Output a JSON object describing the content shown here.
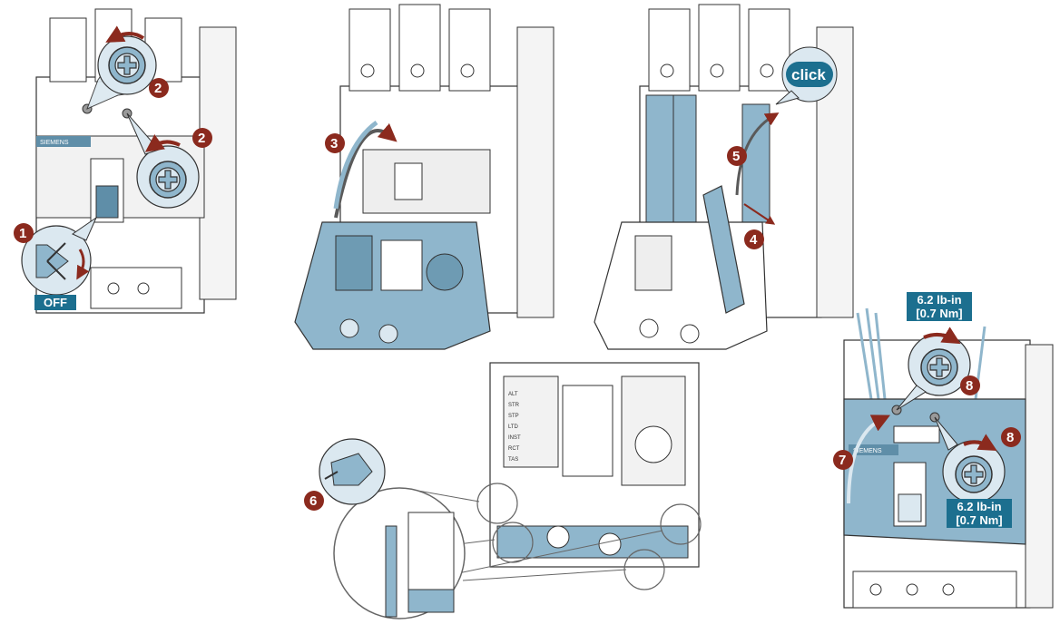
{
  "steps": {
    "s1": "1",
    "s2a": "2",
    "s2b": "2",
    "s3": "3",
    "s4": "4",
    "s5": "5",
    "s6": "6",
    "s7": "7",
    "s8a": "8",
    "s8b": "8"
  },
  "labels": {
    "off": "OFF",
    "click": "click",
    "torque_top_line1": "6.2 lb-in",
    "torque_top_line2": "[0.7 Nm]",
    "torque_bottom_line1": "6.2 lb-in",
    "torque_bottom_line2": "[0.7 Nm]",
    "brand_1": "SIEMENS",
    "brand_2": "SIEMENS"
  },
  "terminal_labels": [
    "ALT",
    "STR",
    "STP",
    "LTD",
    "INST",
    "RCT",
    "TAS"
  ],
  "colors": {
    "step_badge": "#8b2a1e",
    "accent_blue": "#8fb6cc",
    "accent_blue_dark": "#5f8ea8",
    "label_box": "#1c6f8f",
    "line": "#333333"
  },
  "icons": {
    "screw": "phillips-screw-icon",
    "rotate": "rotate-arrow-icon",
    "switch_off": "switch-off-icon",
    "cutter": "wire-cutter-icon",
    "click": "click-sound-icon"
  }
}
